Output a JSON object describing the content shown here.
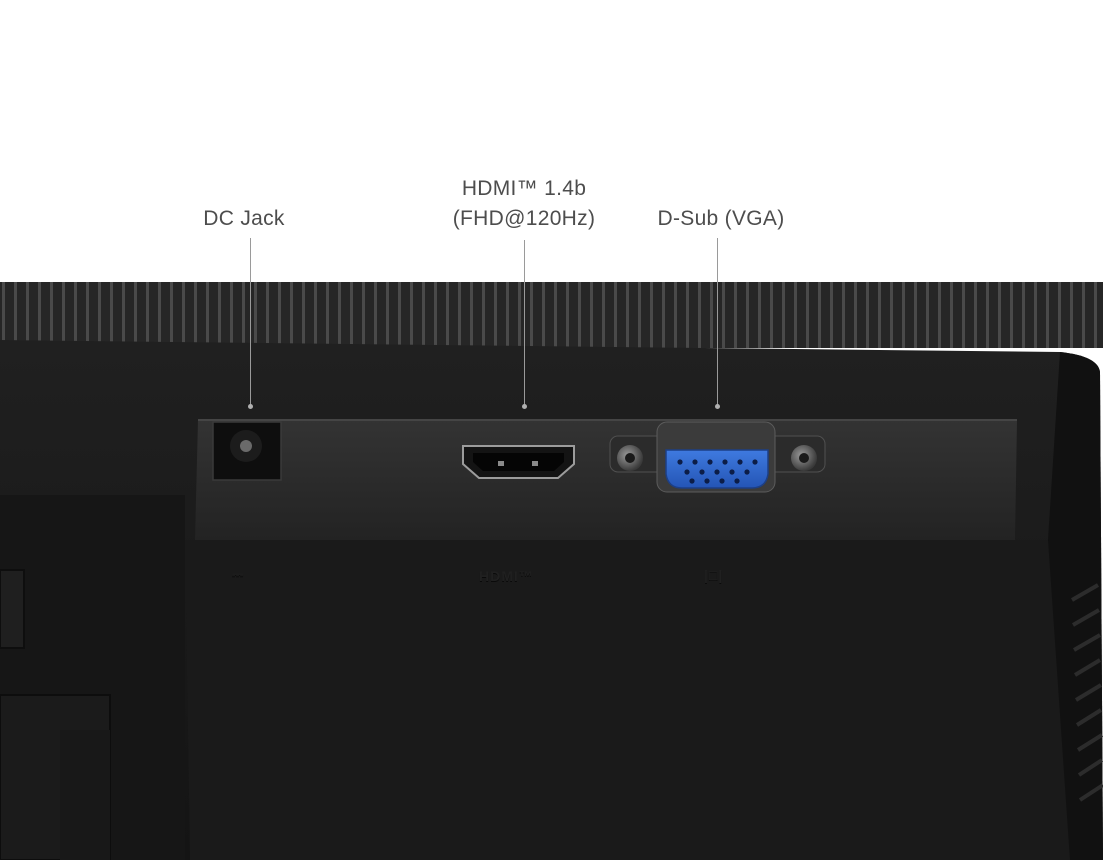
{
  "callouts": [
    {
      "id": "dc",
      "lines": [
        "DC Jack"
      ]
    },
    {
      "id": "hdmi",
      "lines": [
        "HDMI™ 1.4b",
        "(FHD@120Hz)"
      ]
    },
    {
      "id": "vga",
      "lines": [
        "D-Sub (VGA)"
      ]
    }
  ],
  "embossed": {
    "dc_symbol": "⎓",
    "hdmi_logo": "HDMI™",
    "vga_symbol": "|□|"
  },
  "colors": {
    "background": "#ffffff",
    "monitor_body": "#1c1c1c",
    "port_panel": "#262626",
    "vga_blue": "#2f67c9",
    "label_text": "#4d4d4d"
  }
}
